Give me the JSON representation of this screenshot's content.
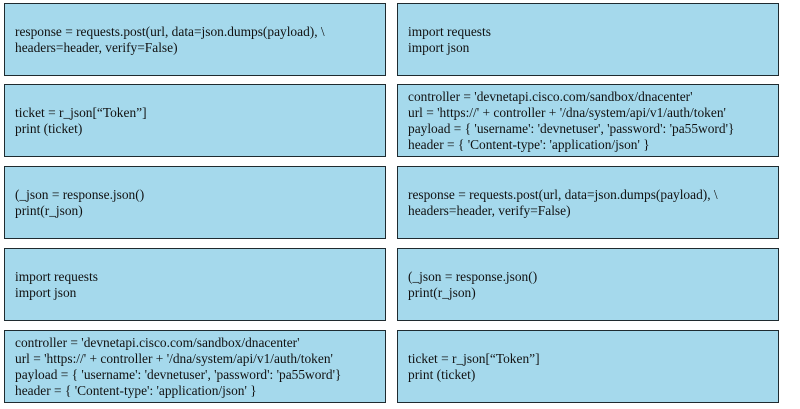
{
  "left_blocks": [
    "response = requests.post(url, data=json.dumps(payload), \\\nheaders=header, verify=False)",
    "ticket = r_json[“Token”]\nprint (ticket)",
    "(_json = response.json()\nprint(r_json)",
    "import requests\nimport json",
    "controller = 'devnetapi.cisco.com/sandbox/dnacenter'\nurl = 'https://' + controller + '/dna/system/api/v1/auth/token'\npayload = { 'username': 'devnetuser', 'password': 'pa55word'}\nheader = { 'Content-type': 'application/json' }"
  ],
  "right_blocks": [
    "import requests\nimport json",
    "controller = 'devnetapi.cisco.com/sandbox/dnacenter'\nurl = 'https://' + controller + '/dna/system/api/v1/auth/token'\npayload = { 'username': 'devnetuser', 'password': 'pa55word'}\nheader = { 'Content-type': 'application/json' }",
    "response = requests.post(url, data=json.dumps(payload), \\\nheaders=header, verify=False)",
    "(_json = response.json()\nprint(r_json)",
    "ticket = r_json[“Token”]\nprint (ticket)"
  ]
}
